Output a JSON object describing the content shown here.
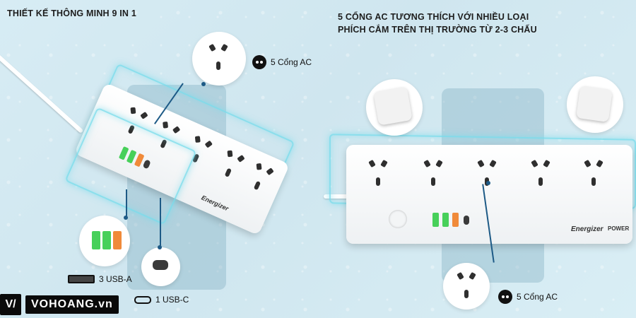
{
  "headline_left": "THIẾT KẾ THÔNG MINH 9 IN 1",
  "headline_right_line1": "5 CỔNG AC TƯƠNG THÍCH VỚI NHIỀU LOẠI",
  "headline_right_line2": "PHÍCH CẮM TRÊN THỊ TRƯỜNG TỪ 2-3 CHẤU",
  "label_ac_left": "5 Cổng AC",
  "label_usba": "3 USB-A",
  "label_usbc": "1 USB-C",
  "label_ac_right": "5 Cổng AC",
  "brand_name": "Energizer",
  "brand_tag": "POWER",
  "logo_badge": "V/",
  "logo_text": "VOHOANG.vn",
  "colors": {
    "accent_glow": "#78dceb",
    "line": "#1d5a86",
    "usb_a_green": "#47d05a",
    "usb_a_orange": "#f08a3a"
  }
}
